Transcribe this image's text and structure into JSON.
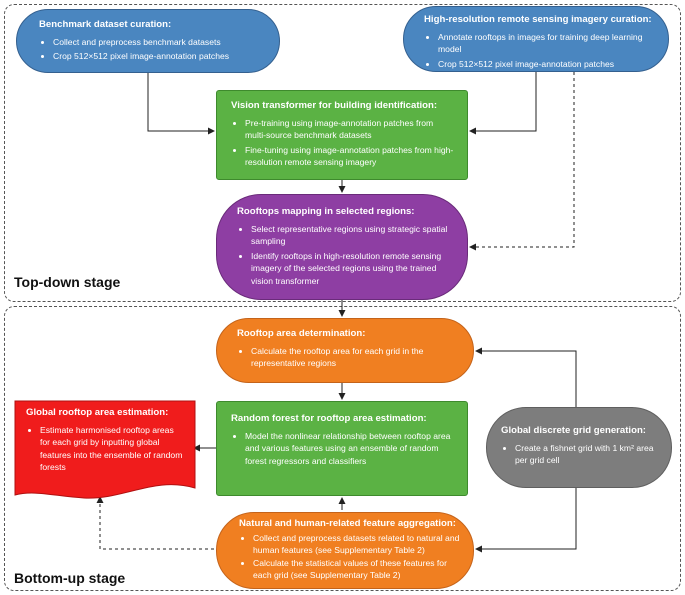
{
  "stages": {
    "top_down": "Top-down stage",
    "bottom_up": "Bottom-up stage"
  },
  "nodes": {
    "benchmark": {
      "title": "Benchmark dataset curation:",
      "items": [
        "Collect and preprocess benchmark datasets",
        "Crop 512×512 pixel image-annotation patches"
      ]
    },
    "highres": {
      "title": "High-resolution remote sensing imagery curation:",
      "items": [
        "Annotate rooftops in images for training deep learning model",
        "Crop 512×512 pixel image-annotation patches"
      ]
    },
    "vit": {
      "title": "Vision transformer for building identification:",
      "items": [
        "Pre-training using image-annotation patches from multi-source benchmark datasets",
        "Fine-tuning using image-annotation patches from high-resolution remote sensing imagery"
      ]
    },
    "mapping": {
      "title": "Rooftops mapping in selected regions:",
      "items": [
        "Select representative regions using strategic spatial sampling",
        "Identify rooftops in high-resolution remote sensing imagery of the selected regions using the trained vision transformer"
      ]
    },
    "area": {
      "title": "Rooftop area determination:",
      "items": [
        "Calculate the rooftop area for each grid in the representative regions"
      ]
    },
    "rf": {
      "title": "Random forest for rooftop area estimation:",
      "items": [
        "Model the nonlinear relationship between rooftop area and various features using an ensemble of random forest regressors and classifiers"
      ]
    },
    "features": {
      "title": "Natural and human-related feature aggregation:",
      "items": [
        "Collect and preprocess datasets related to natural and human features (see Supplementary Table 2)",
        "Calculate the statistical values of these features for each grid (see Supplementary Table 2)"
      ]
    },
    "global": {
      "title": "Global rooftop area estimation:",
      "items": [
        "Estimate harmonised rooftop areas for each grid by inputting global features into the ensemble of random forests"
      ]
    },
    "grid": {
      "title": "Global discrete grid generation:",
      "items": [
        "Create a fishnet grid with 1 km² area per grid cell"
      ]
    }
  },
  "colors": {
    "blue": "#4a86c0",
    "green": "#5bb244",
    "purple": "#8e3ea3",
    "orange": "#f07f21",
    "red": "#f01c1c",
    "gray": "#7d7d7d"
  }
}
